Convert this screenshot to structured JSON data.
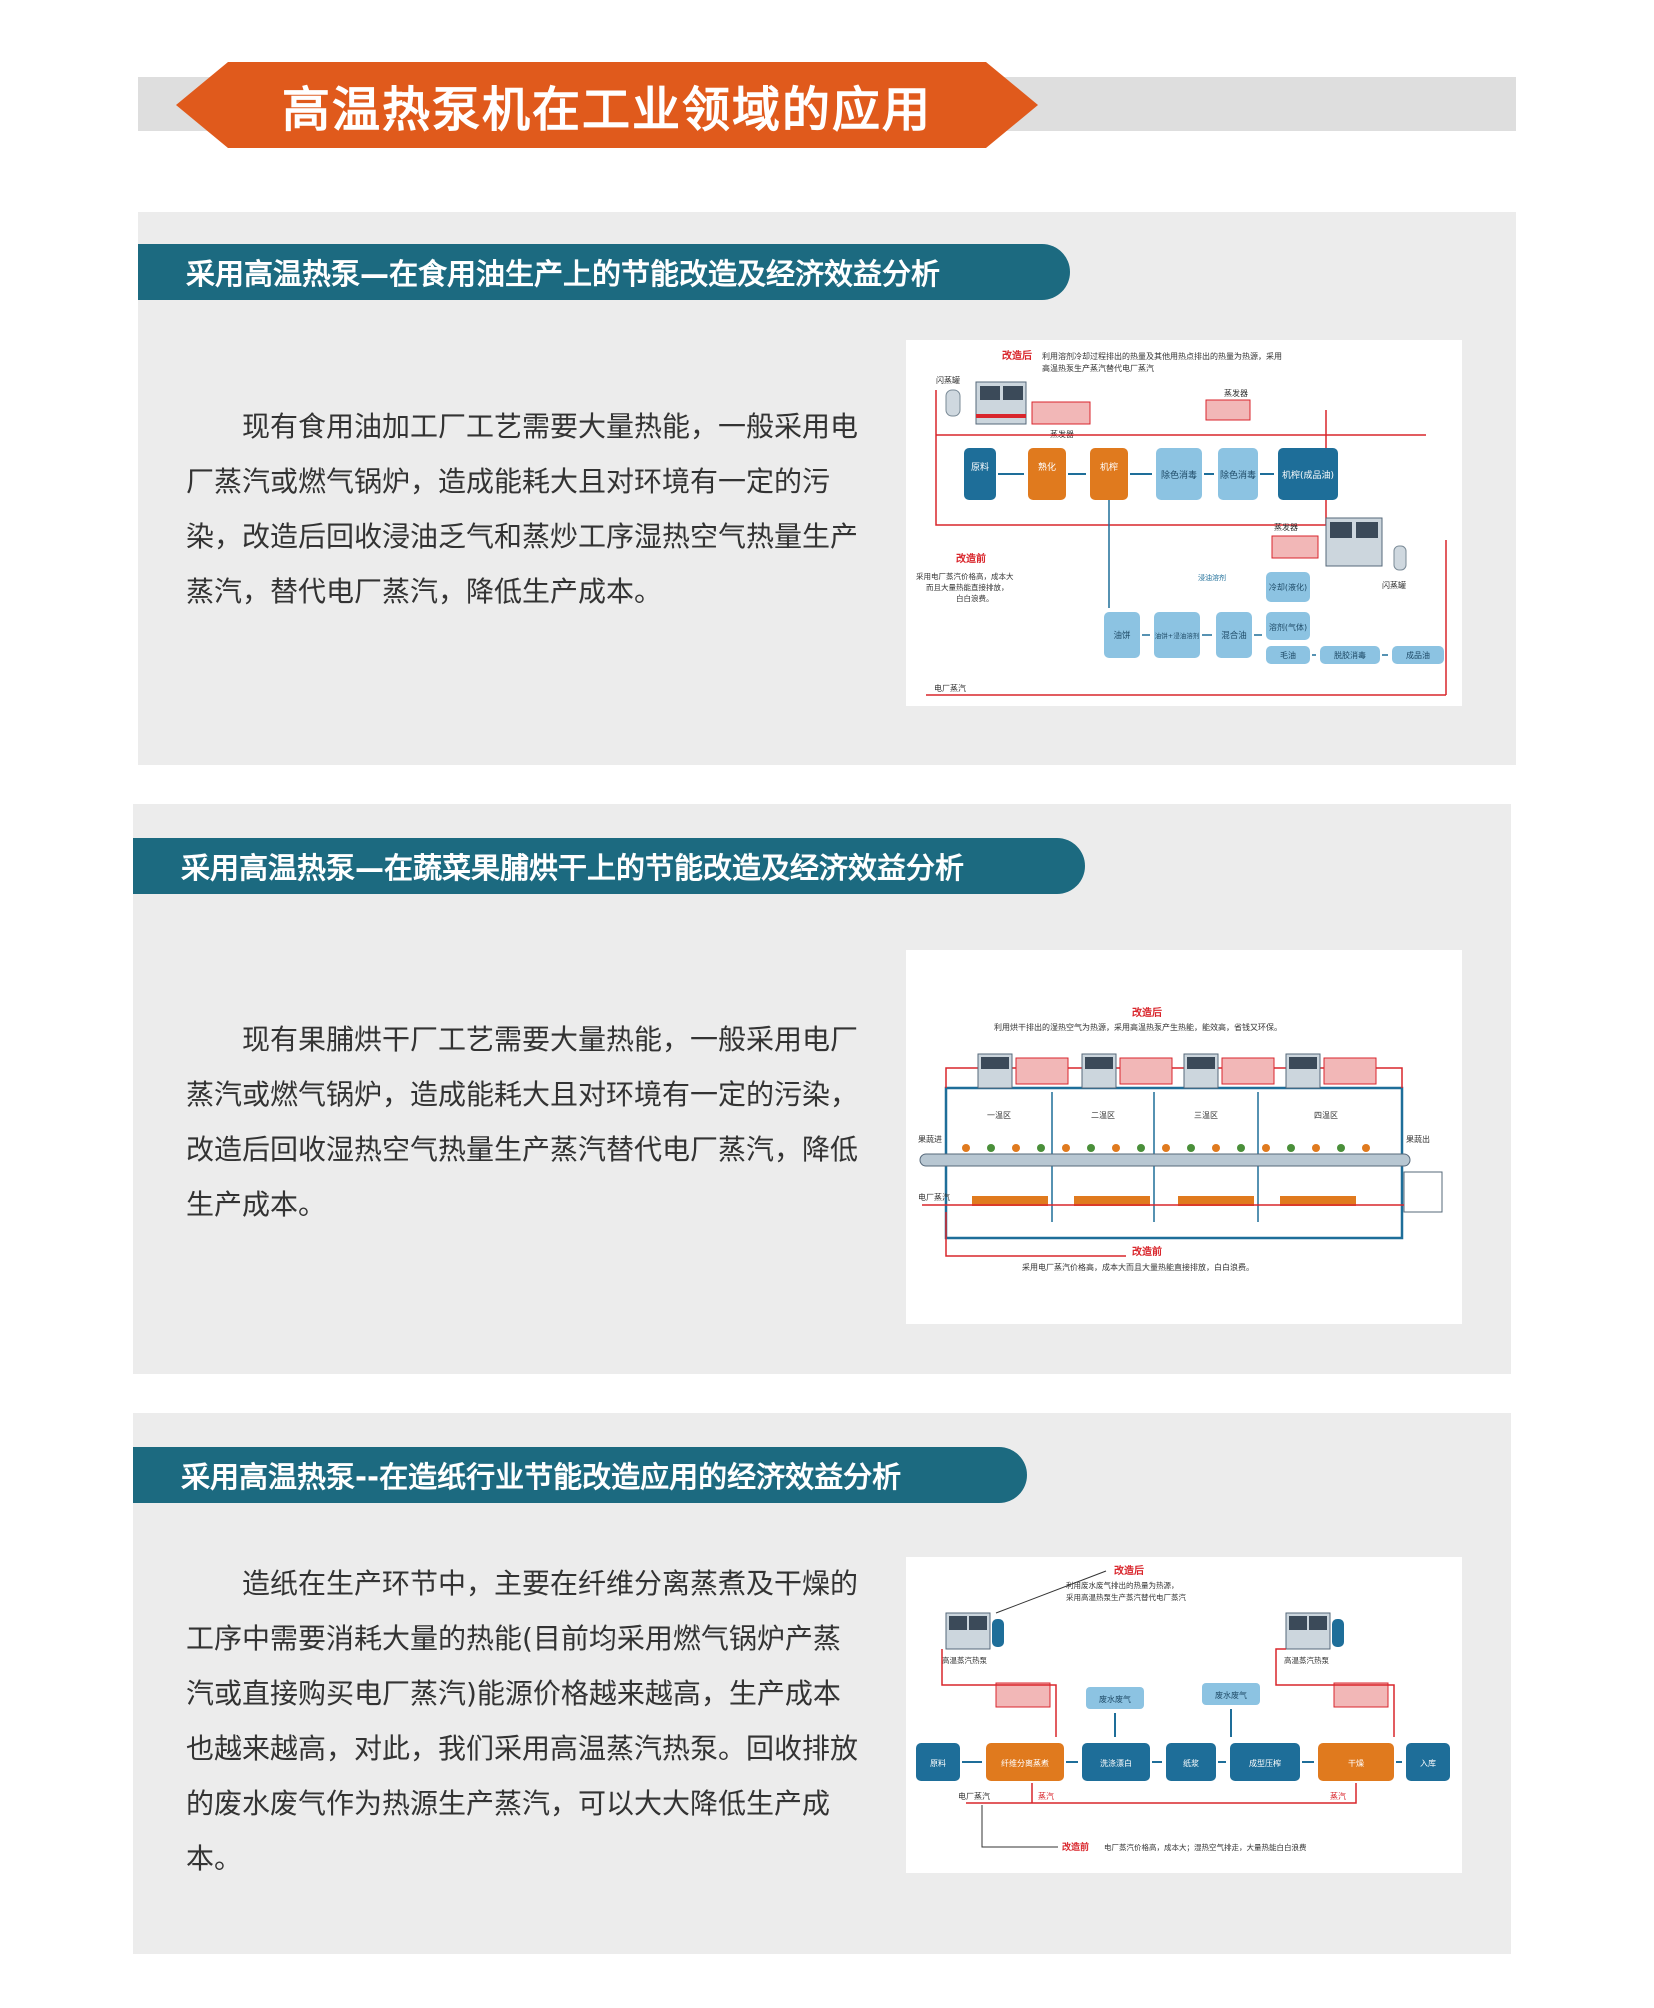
{
  "page_title": "高温热泵机在工业领域的应用",
  "colors": {
    "banner": "#e05a1c",
    "tag": "#1c6a80",
    "panel": "#ececec",
    "red_line": "#d9262c",
    "blue_box": "#1e6e99",
    "orange_box": "#e07a1e",
    "light_blue": "#8cc3e2"
  },
  "sections": [
    {
      "heading": "采用高温热泵—在食用油生产上的节能改造及经济效益分析",
      "paragraph": "现有食用油加工厂工艺需要大量热能，一般采用电厂蒸汽或燃气锅炉，造成能耗大且对环境有一定的污染，改造后回收浸油乏气和蒸炒工序湿热空气热量生产蒸汽，替代电厂蒸汽，降低生产成本。",
      "diagram": {
        "after_label": "改造后",
        "after_text_1": "利用溶剂冷却过程排出的热量及其他用热点排出的热量为热源，采用",
        "after_text_2": "高温热泵生产蒸汽替代电厂蒸汽",
        "flash_tank_left": "闪蒸罐",
        "evaporator_1": "蒸发器",
        "evaporator_2": "蒸发器",
        "evaporator_3": "蒸发器",
        "boxes": [
          "原料",
          "熟化",
          "机榨",
          "除色消毒",
          "除色消毒",
          "机榨(成品油)"
        ],
        "before_label": "改造前",
        "before_text": [
          "采用电厂蒸汽价格高，成本大",
          "而且大量热能直接排放，",
          "白白浪费。"
        ],
        "flash_tank_right": "闪蒸罐",
        "leach_solvent": "浸油溶剂",
        "lower_boxes": [
          "油饼",
          "油饼+浸油溶剂",
          "混合油",
          "冷却(液化)",
          "溶剂(气体)",
          "毛油",
          "脱胶消毒",
          "成品油"
        ],
        "steam_label": "电厂蒸汽"
      }
    },
    {
      "heading": "采用高温热泵—在蔬菜果脯烘干上的节能改造及经济效益分析",
      "paragraph": "现有果脯烘干厂工艺需要大量热能，一般采用电厂蒸汽或燃气锅炉，造成能耗大且对环境有一定的污染，改造后回收湿热空气热量生产蒸汽替代电厂蒸汽，降低生产成本。",
      "diagram": {
        "after_label": "改造后",
        "after_text": "利用烘干排出的湿热空气为热源，采用高温热泵产生热能，能效高，省钱又环保。",
        "zones": [
          "一温区",
          "二温区",
          "三温区",
          "四温区"
        ],
        "in_label": "果蔬进",
        "out_label": "果蔬出",
        "steam_label": "电厂蒸汽",
        "before_label": "改造前",
        "before_text": "采用电厂蒸汽价格高，成本大而且大量热能直接排放，白白浪费。"
      }
    },
    {
      "heading": "采用高温热泵--在造纸行业节能改造应用的经济效益分析",
      "paragraph": "造纸在生产环节中，主要在纤维分离蒸煮及干燥的工序中需要消耗大量的热能(目前均采用燃气锅炉产蒸汽或直接购买电厂蒸汽)能源价格越来越高，生产成本也越来越高，对此，我们采用高温蒸汽热泵。回收排放的废水废气作为热源生产蒸汽，可以大大降低生产成本。",
      "diagram": {
        "after_label": "改造后",
        "after_text_1": "利用废水废气排出的热量为热源，",
        "after_text_2": "采用高温热泵生产蒸汽替代电厂蒸汽",
        "hp_left": "高温蒸汽热泵",
        "hp_right": "高温蒸汽热泵",
        "waste_1": "废水废气",
        "waste_2": "废水废气",
        "boxes": [
          "原料",
          "纤维分离蒸煮",
          "洗涤漂白",
          "纸浆",
          "成型压榨",
          "干燥",
          "入库"
        ],
        "steam_plant": "电厂蒸汽",
        "steam_1": "蒸汽",
        "steam_2": "蒸汽",
        "before_label": "改造前",
        "before_text": "电厂蒸汽价格高，成本大；湿热空气排走，大量热能白白浪费"
      }
    }
  ]
}
